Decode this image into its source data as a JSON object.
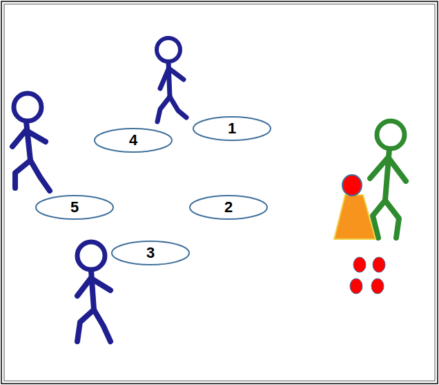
{
  "diagram": {
    "nodes": [
      {
        "text": [
          "1"
        ]
      },
      {
        "text": [
          "4"
        ]
      },
      {
        "text": [
          "5"
        ]
      },
      {
        "text": [
          "2"
        ]
      },
      {
        "text": [
          "3"
        ]
      }
    ]
  }
}
